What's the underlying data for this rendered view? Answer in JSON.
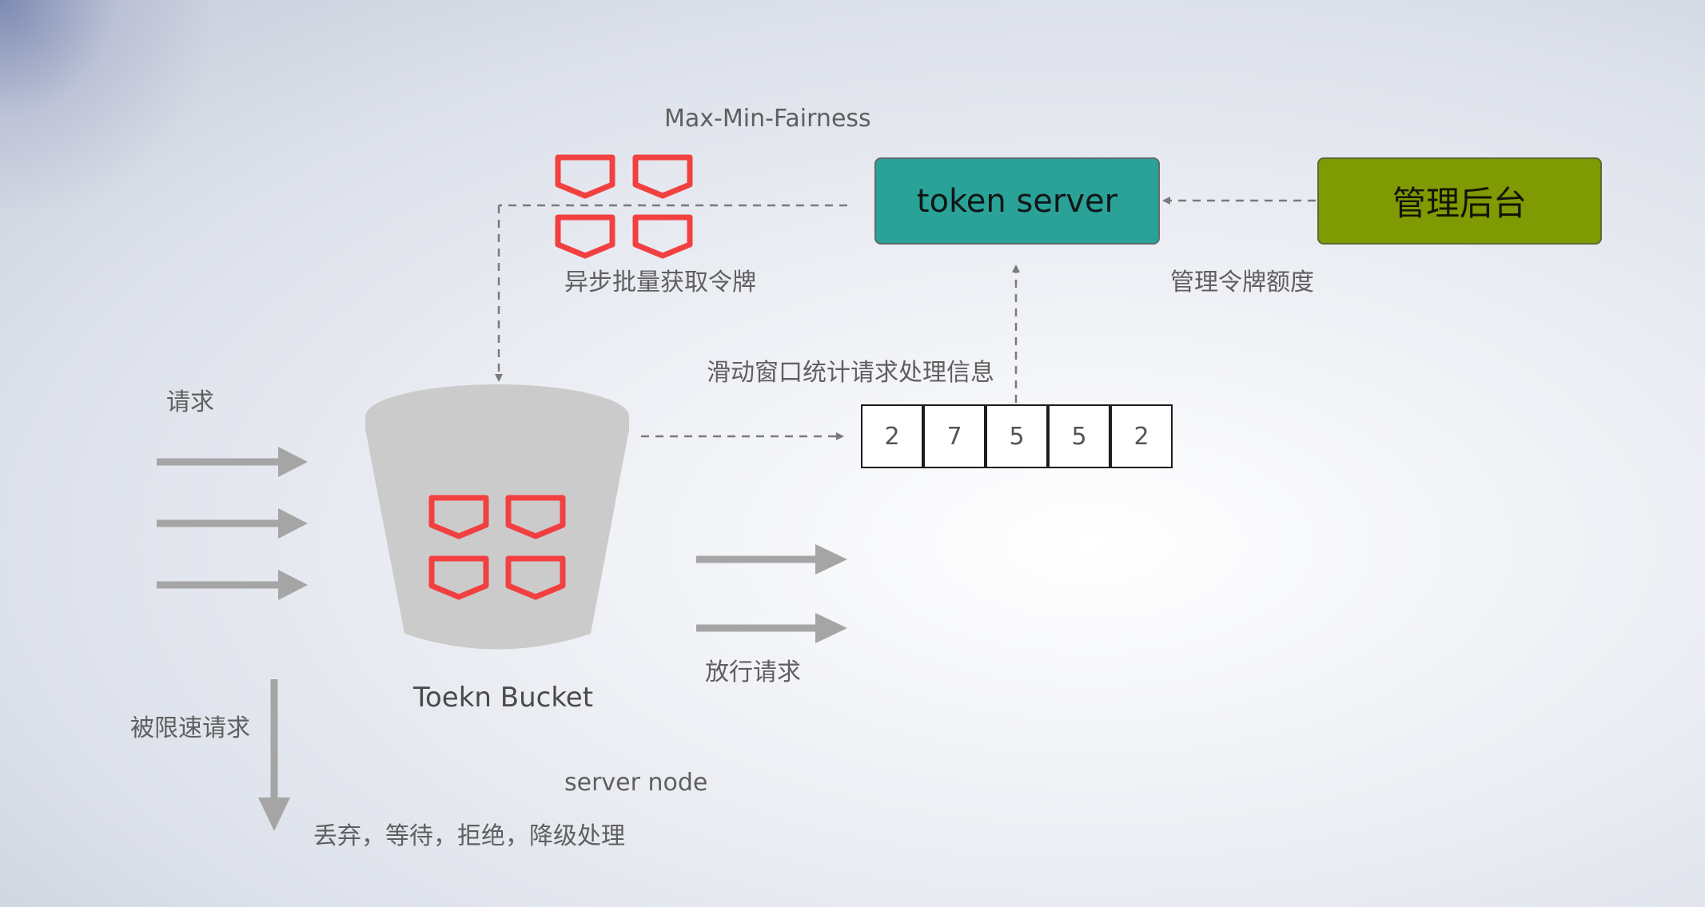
{
  "labels": {
    "fairness": "Max-Min-Fairness",
    "async_fetch": "异步批量获取令牌",
    "manage_quota": "管理令牌额度",
    "sliding_window": "滑动窗口统计请求处理信息",
    "requests": "请求",
    "pass_requests": "放行请求",
    "limited_requests": "被限速请求",
    "server_node": "server node",
    "outcomes": "丢弃，等待，拒绝，降级处理"
  },
  "nodes": {
    "token_server": "token server",
    "admin": "管理后台",
    "bucket": "Toekn Bucket"
  },
  "window_counts": [
    "2",
    "7",
    "5",
    "5",
    "2"
  ],
  "colors": {
    "token_server": "#2aa298",
    "admin": "#7f9a02",
    "token_icon": "#f24040",
    "arrow": "#a5a5a5",
    "bucket": "#cbcbcb"
  },
  "icons": {
    "token": "red-hexagon-token"
  }
}
